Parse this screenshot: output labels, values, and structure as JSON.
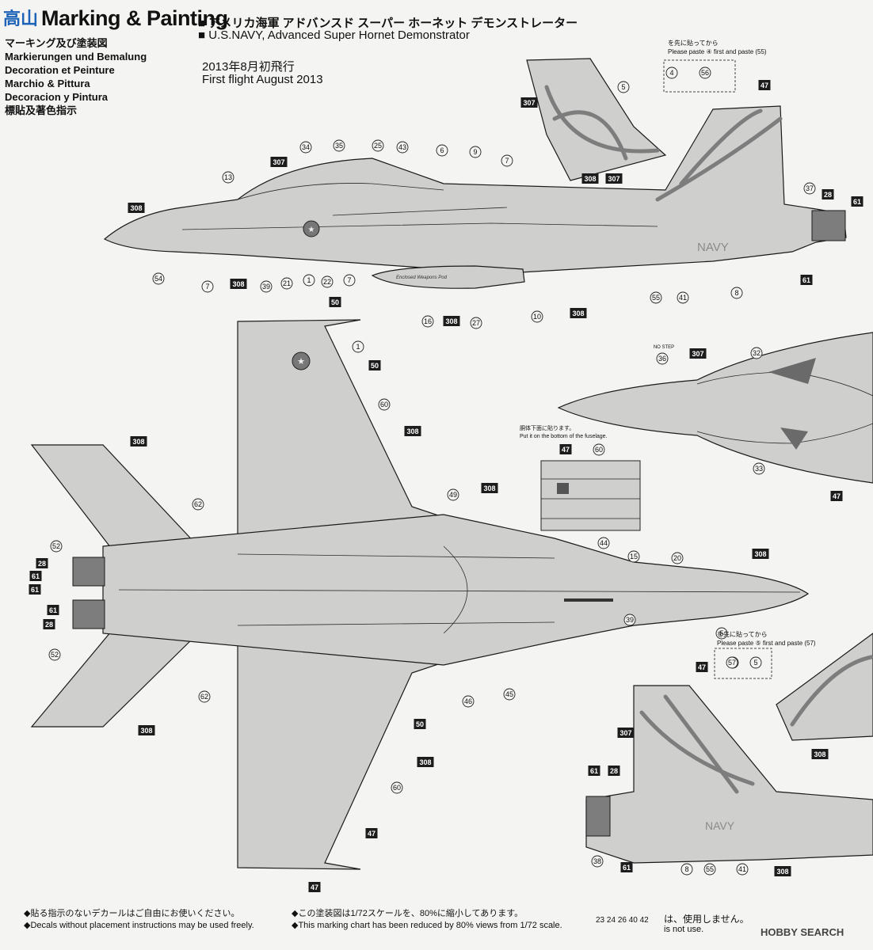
{
  "header": {
    "watermark": "高山",
    "title_en": "Marking & Painting",
    "langs": [
      "マーキング及び塗装図",
      "Markierungen und Bemalung",
      "Decoration et Peinture",
      "Marchio & Pittura",
      "Decoracion y Pintura",
      "標貼及著色指示"
    ],
    "subject_jp": "アメリカ海軍 アドバンスド スーパー ホーネット デモンストレーター",
    "subject_en": "U.S.NAVY, Advanced Super Hornet Demonstrator",
    "flight_jp": "2013年8月初飛行",
    "flight_en": "First flight August 2013"
  },
  "notes": {
    "paste_4_56_jp": "を先に貼ってから",
    "paste_4_56_en": "Please paste",
    "paste_first": "first and paste",
    "bottom_jp": "胴体下面に貼ります。",
    "bottom_en": "Put it on the bottom of the fuselage.",
    "no_step": "NO STEP",
    "pod_text": "Enclosed Weapons Pod",
    "navy": "NAVY"
  },
  "footer": {
    "left_jp": "◆貼る指示のないデカールはご自由にお使いください。",
    "left_en": "◆Decals without placement instructions may be used freely.",
    "mid_jp": "◆この塗装図は1/72スケールを、80%に縮小してあります。",
    "mid_en": "◆This marking chart has been reduced by 80% views from 1/72 scale.",
    "unused_jp": "は、使用しません。",
    "unused_en": "is not use.",
    "unused_nums": [
      "23",
      "24",
      "26",
      "40",
      "42"
    ],
    "brand": "HOBBY SEARCH"
  },
  "colors": {
    "aircraft_fill": "#cfd0ce",
    "dark_band": "#7c7d7c",
    "box_fill": "#1c1c1c",
    "ink": "#1a1a1a",
    "bg": "#f4f4f2"
  },
  "callouts": {
    "side": [
      "308",
      "307",
      "34",
      "35",
      "25",
      "43",
      "6",
      "9",
      "7",
      "308",
      "307",
      "5",
      "307",
      "47",
      "4",
      "56",
      "37",
      "28",
      "61",
      "13",
      "54",
      "7",
      "308",
      "39",
      "21",
      "1",
      "22",
      "7",
      "16",
      "308",
      "27",
      "10",
      "308",
      "55",
      "41",
      "8",
      "61"
    ],
    "top": [
      "50",
      "1",
      "50",
      "60",
      "308",
      "308",
      "62",
      "49",
      "52",
      "28",
      "61",
      "61",
      "61",
      "28",
      "52",
      "62",
      "308",
      "308",
      "47",
      "47",
      "50",
      "46",
      "45",
      "308",
      "44",
      "15",
      "20",
      "39",
      "308",
      "60"
    ],
    "canopy": [
      "36",
      "307",
      "32",
      "33",
      "47"
    ],
    "inset": [
      "47",
      "60"
    ],
    "side2": [
      "5",
      "57",
      "57",
      "5",
      "47",
      "307",
      "61",
      "28",
      "308",
      "38",
      "61",
      "8",
      "55",
      "41",
      "308"
    ]
  }
}
